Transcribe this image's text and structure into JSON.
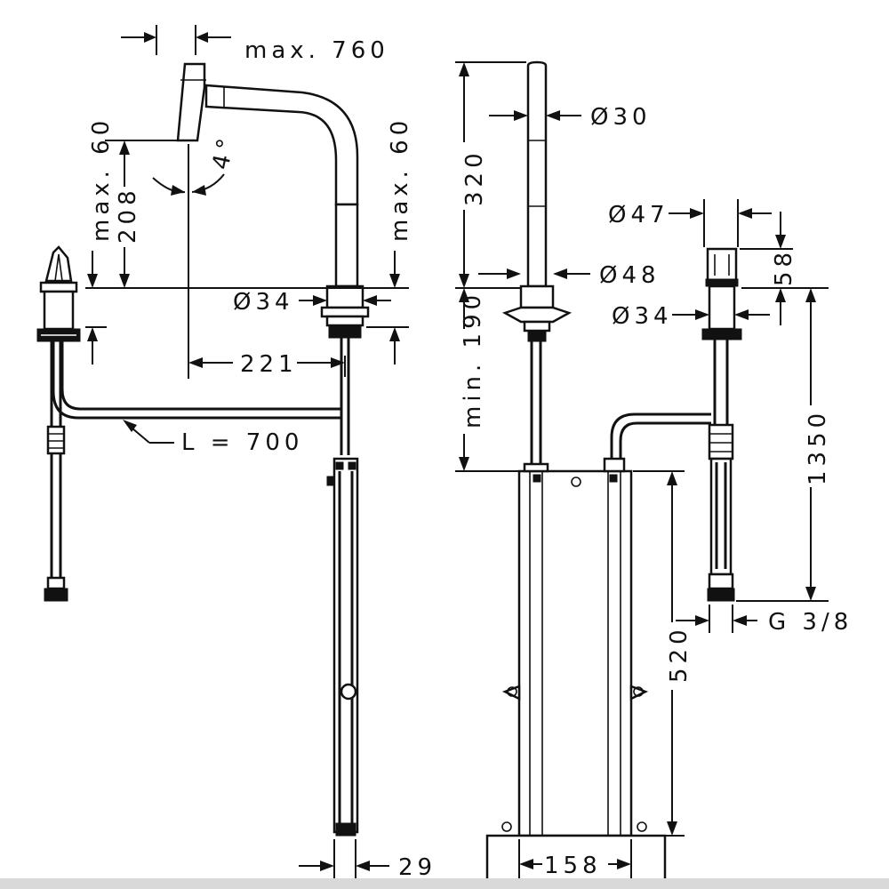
{
  "dimensions": {
    "max_760": "max. 760",
    "max_60_left": "max. 60",
    "d208": "208",
    "angle": "4°",
    "max_60_right": "max. 60",
    "dia34_left": "Ø34",
    "d221": "221",
    "l700": "L = 700",
    "d29": "29",
    "d320": "320",
    "dia30": "Ø30",
    "dia48": "Ø48",
    "min190": "min. 190",
    "d520": "520",
    "d158": "158",
    "dia47": "Ø47",
    "d58": "58",
    "dia34_right": "Ø34",
    "d1350": "1350",
    "g38": "G 3/8"
  }
}
